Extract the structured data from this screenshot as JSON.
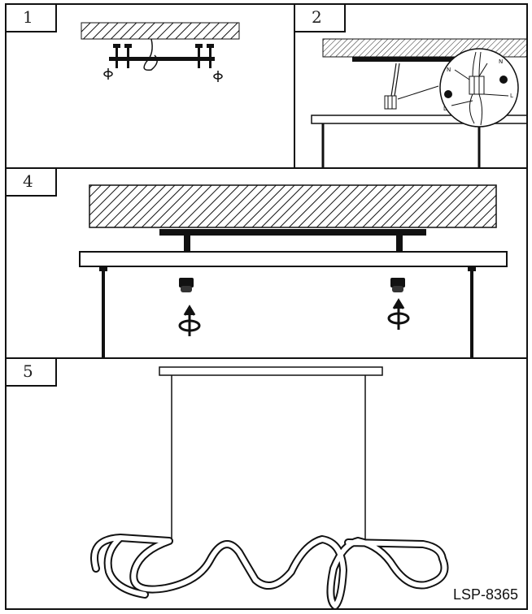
{
  "steps": [
    {
      "label": "1"
    },
    {
      "label": "2"
    },
    {
      "label": "4"
    },
    {
      "label": "5"
    }
  ],
  "wire_labels": {
    "n_top": "N",
    "n_left": "N",
    "l_right": "L",
    "l_left": "L"
  },
  "model_number": "LSP-8365",
  "icons": [
    "rotate-arrow-icon",
    "hatched-ceiling",
    "ceiling-canopy",
    "terminal-block",
    "led-tube"
  ]
}
